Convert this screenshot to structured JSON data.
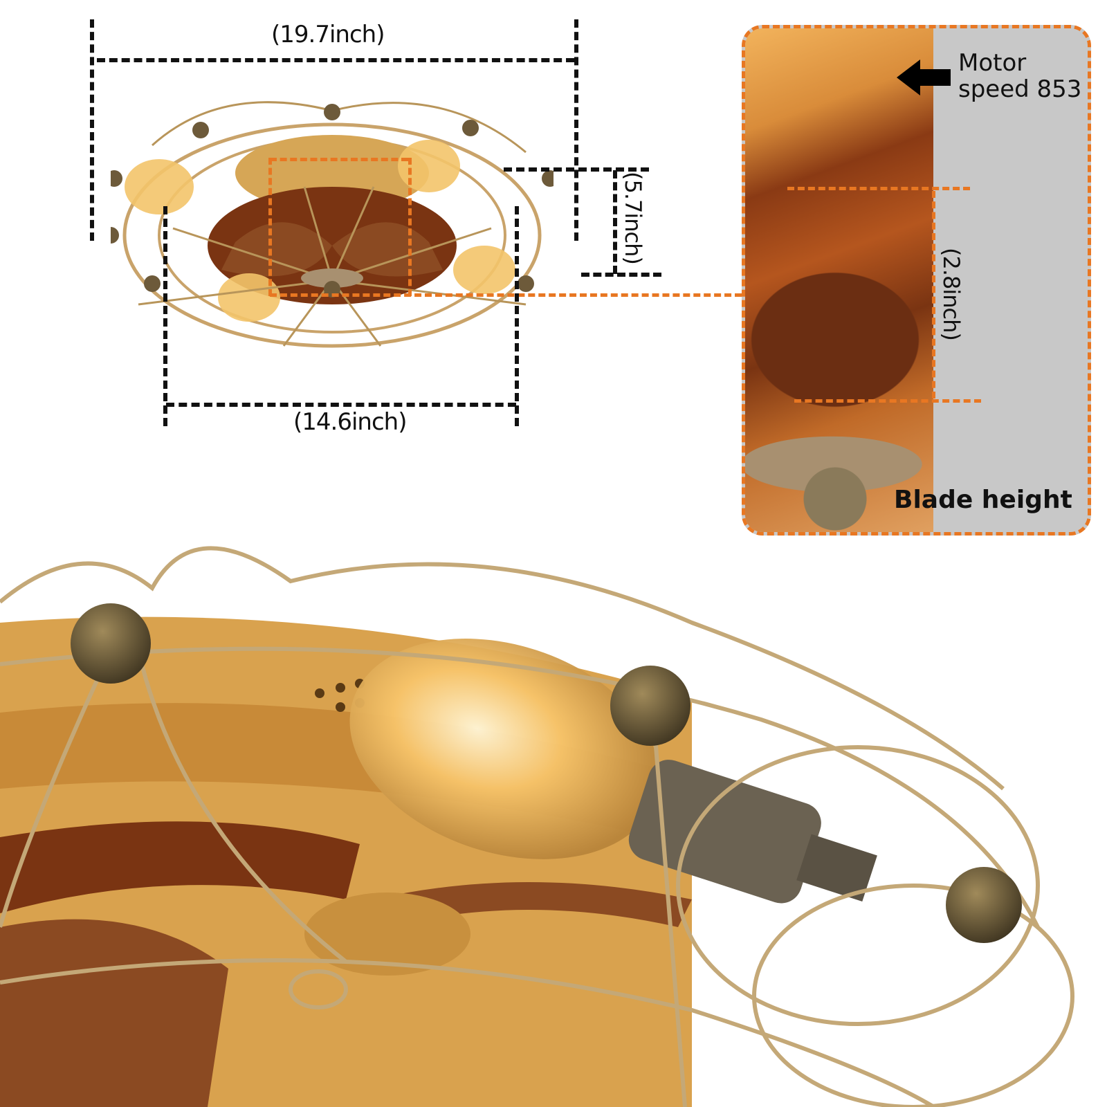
{
  "dimensions": {
    "overall_width": "(19.7inch)",
    "height": "(5.7inch)",
    "blade_diameter": "(14.6inch)",
    "blade_height_measure": "(2.8inch)"
  },
  "callout": {
    "motor_line1": "Motor",
    "motor_line2": "speed 853",
    "blade_label": "Blade height"
  },
  "colors": {
    "accent_orange": "#e87722",
    "dimension_black": "#111111",
    "panel_gray": "#c8c8c8",
    "gold": "#c9a36a",
    "wood_brown": "#7a3412"
  },
  "images": {
    "top": "ceiling-fan-with-lights-product-photo",
    "bottom": "ceiling-fan-closeup-bulb-cage"
  }
}
